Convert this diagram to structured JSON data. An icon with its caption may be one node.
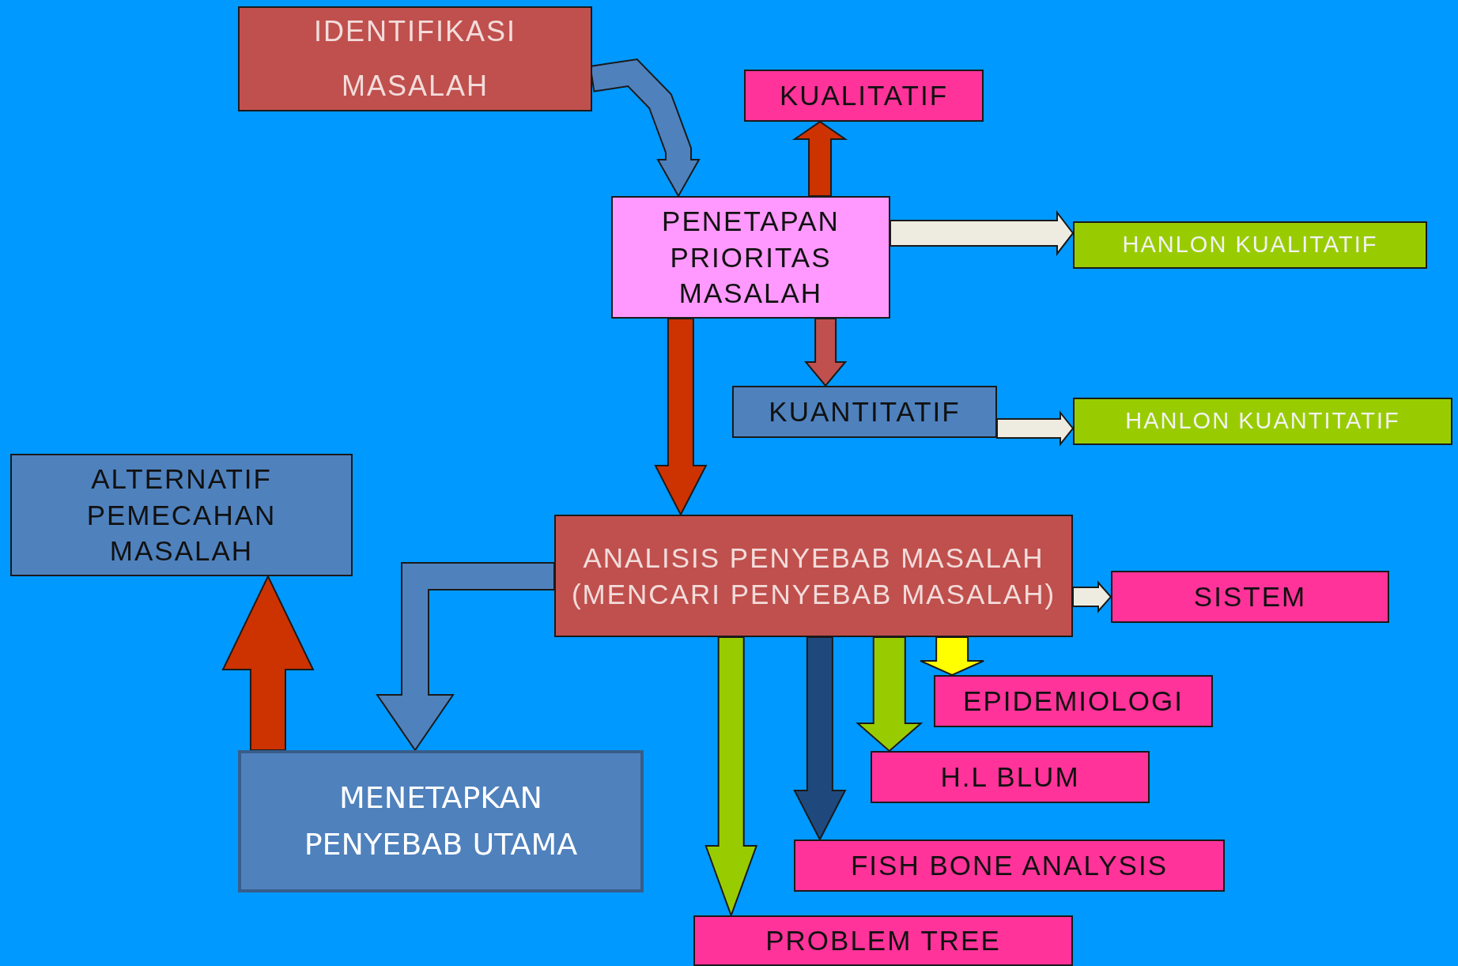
{
  "diagram": {
    "nodes": [
      {
        "text": [
          "IDENTIFIKASI MASALAH"
        ]
      },
      {
        "text": [
          "KUALITATIF"
        ]
      },
      {
        "text": [
          "PENETAPAN PRIORITAS MASALAH"
        ]
      },
      {
        "text": [
          "HANLON KUALITATIF"
        ]
      },
      {
        "text": [
          "KUANTITATIF"
        ]
      },
      {
        "text": [
          "HANLON KUANTITATIF"
        ]
      },
      {
        "text": [
          "ALTERNATIF PEMECAHAN MASALAH"
        ]
      },
      {
        "text": [
          "ANALISIS PENYEBAB MASALAH (MENCARI PENYEBAB MASALAH)"
        ]
      },
      {
        "text": [
          "SISTEM"
        ]
      },
      {
        "text": [
          "EPIDEMIOLOGI"
        ]
      },
      {
        "text": [
          "MENETAPKAN PENYEBAB UTAMA"
        ]
      },
      {
        "text": [
          "H.L  BLUM"
        ]
      },
      {
        "text": [
          "FISH BONE ANALYSIS"
        ]
      },
      {
        "text": [
          "PROBLEM TREE"
        ]
      }
    ],
    "edges": [
      {
        "from": 0,
        "to": 2,
        "arrow": "to",
        "color": "#4f81bd"
      },
      {
        "from": 2,
        "to": 1,
        "arrow": "to",
        "color": "#cc3300"
      },
      {
        "from": 2,
        "to": 3,
        "arrow": "to",
        "color": "#eeece1"
      },
      {
        "from": 2,
        "to": 4,
        "arrow": "to",
        "color": "#c0504d"
      },
      {
        "from": 4,
        "to": 5,
        "arrow": "to",
        "color": "#eeece1"
      },
      {
        "from": 2,
        "to": 7,
        "arrow": "to",
        "color": "#cc3300"
      },
      {
        "from": 7,
        "to": 10,
        "arrow": "to",
        "color": "#4f81bd"
      },
      {
        "from": 10,
        "to": 6,
        "arrow": "to",
        "color": "#cc3300"
      },
      {
        "from": 7,
        "to": 8,
        "arrow": "to",
        "color": "#eeece1"
      },
      {
        "from": 7,
        "to": 9,
        "arrow": "to",
        "color": "#ffff00"
      },
      {
        "from": 7,
        "to": 11,
        "arrow": "to",
        "color": "#99cc00"
      },
      {
        "from": 7,
        "to": 12,
        "arrow": "to",
        "color": "#1f497d"
      },
      {
        "from": 7,
        "to": 13,
        "arrow": "to",
        "color": "#99cc00"
      }
    ]
  }
}
